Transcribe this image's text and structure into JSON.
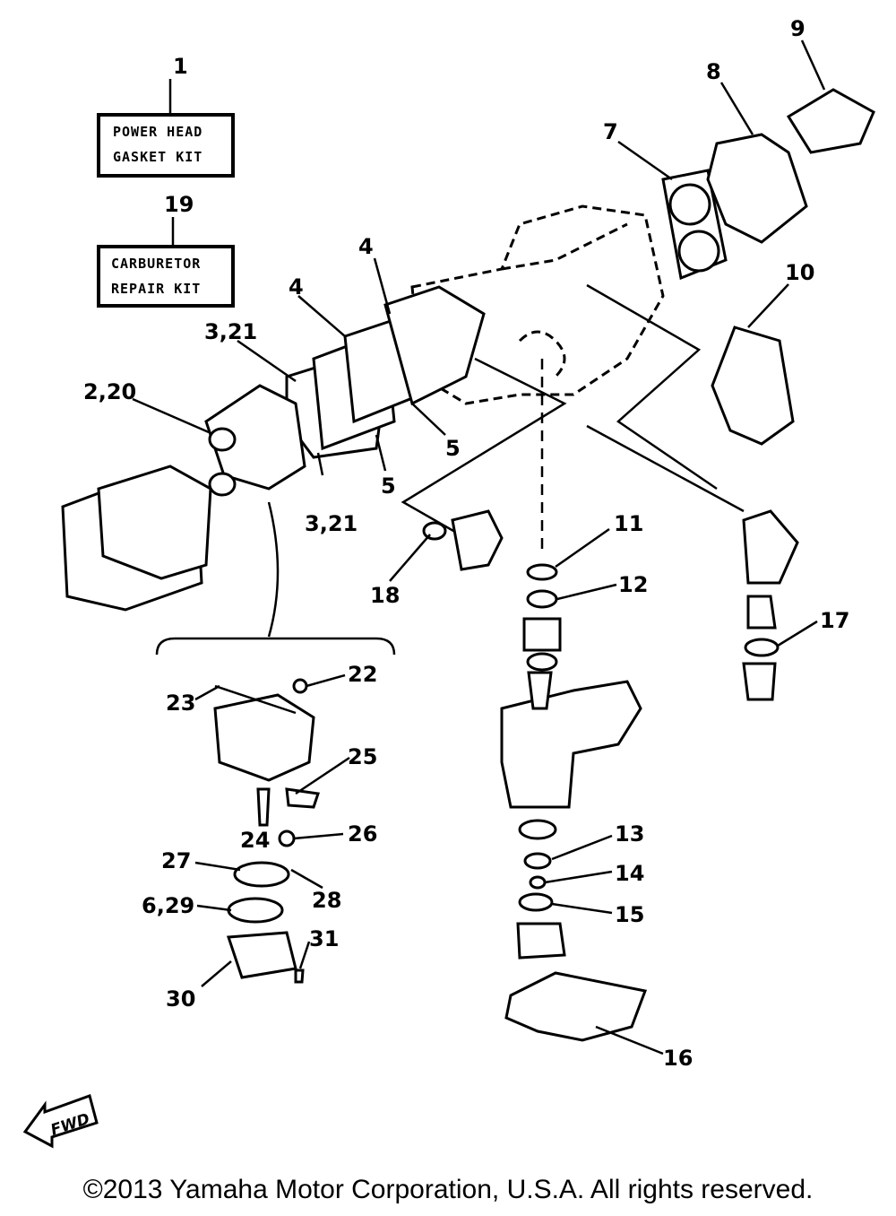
{
  "kits": {
    "gasket": {
      "number": "1",
      "line1": "POWER HEAD",
      "line2": "GASKET KIT"
    },
    "carb": {
      "number": "19",
      "line1": "CARBURETOR",
      "line2": "REPAIR KIT"
    }
  },
  "callouts": {
    "c2_20": "2,20",
    "c3_21a": "3,21",
    "c3_21b": "3,21",
    "c4a": "4",
    "c4b": "4",
    "c5a": "5",
    "c5b": "5",
    "c6_29": "6,29",
    "c7": "7",
    "c8": "8",
    "c9": "9",
    "c10": "10",
    "c11": "11",
    "c12": "12",
    "c13": "13",
    "c14": "14",
    "c15": "15",
    "c16": "16",
    "c17": "17",
    "c18": "18",
    "c22": "22",
    "c23": "23",
    "c24": "24",
    "c25": "25",
    "c26": "26",
    "c27": "27",
    "c28": "28",
    "c30": "30",
    "c31": "31"
  },
  "fwd_label": "FWD",
  "copyright": "©2013 Yamaha Motor Corporation, U.S.A. All rights reserved."
}
